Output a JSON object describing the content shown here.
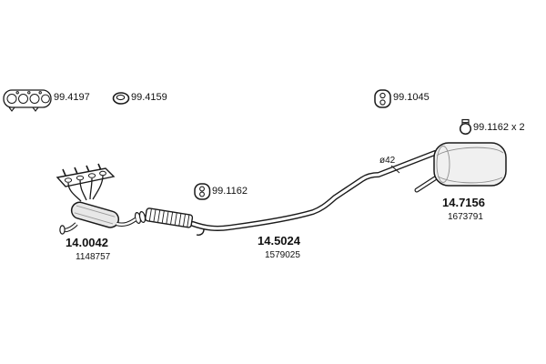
{
  "diagram": {
    "background": "#ffffff",
    "line_color": "#1a1a1a"
  },
  "labels": {
    "gasket_code": "99.4197",
    "ring_code": "99.4159",
    "hanger_code": "99.1045",
    "clamp_code": "99.1162 x 2",
    "mount_code": "99.1162",
    "pipe_diameter": "ø42",
    "catalyst": {
      "part": "14.0042",
      "ref": "1148757"
    },
    "mid_pipe": {
      "part": "14.5024",
      "ref": "1579025"
    },
    "muffler": {
      "part": "14.7156",
      "ref": "1673791"
    }
  }
}
